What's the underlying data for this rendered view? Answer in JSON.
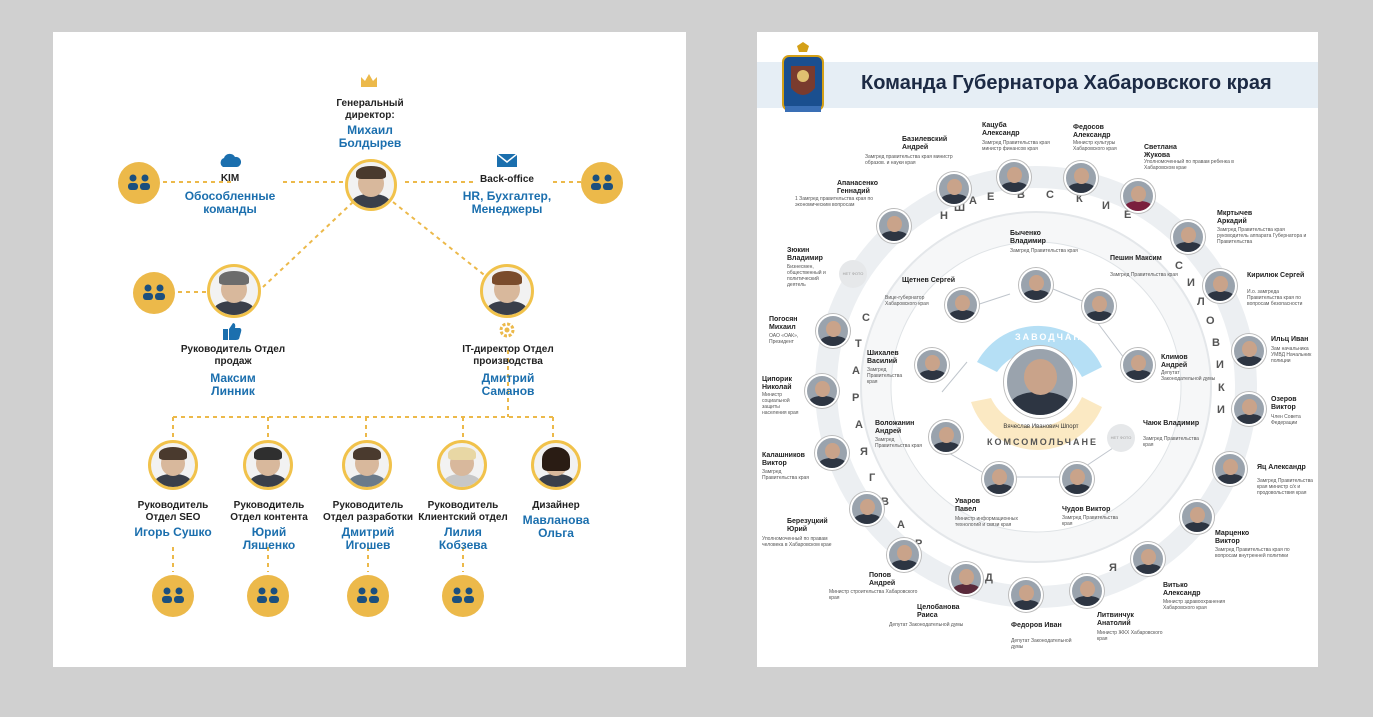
{
  "left_chart": {
    "ceo": {
      "role": "Генеральный директор:",
      "name": "Михаил Болдырев"
    },
    "kim": {
      "label": "KIM",
      "name": "Обособленные команды"
    },
    "backoffice": {
      "label": "Back-office",
      "name": "HR, Бухгалтер, Менеджеры"
    },
    "sales": {
      "role": "Руководитель Отдел продаж",
      "name": "Максим Линник"
    },
    "it": {
      "role": "IT-директор Отдел производства",
      "name": "Дмитрий Саманов"
    },
    "staff": [
      {
        "role": "Руководитель Отдел SEO",
        "name": "Игорь Сушко"
      },
      {
        "role": "Руководитель Отдел контента",
        "name": "Юрий Ляшенко"
      },
      {
        "role": "Руководитель Отдел разработки",
        "name": "Дмитрий Игошев"
      },
      {
        "role": "Руководитель Клиентский отдел",
        "name": "Лилия Кобзева"
      },
      {
        "role": "Дизайнер",
        "name": "Мавланова Ольга"
      }
    ],
    "colors": {
      "accent": "#ecb94a",
      "name": "#1b6fae"
    }
  },
  "right_chart": {
    "title": "Команда Губернатора Хабаровского края",
    "center": {
      "name": "Вячеслав Иванович Шпорт"
    },
    "ring_inner_top": "ЗАВОДЧАНЕ",
    "ring_inner_bottom": "КОМСОМОЛЬЧАНЕ",
    "no_photo": "НЕТ ФОТО",
    "outer_arc_top": [
      "Н",
      "Ш",
      "А",
      "Е",
      "В",
      "С",
      "К",
      "И",
      "Е"
    ],
    "outer_arc_right": [
      "С",
      "И",
      "Л",
      "О",
      "В",
      "И",
      "К",
      "И"
    ],
    "outer_arc_left": [
      "С",
      "Т",
      "А",
      "Р",
      "А",
      "Я",
      "Г",
      "В",
      "А",
      "Р",
      "Д",
      "И",
      "Я"
    ],
    "people": [
      {
        "name": "Кацуба Александр",
        "role": "Замгред Правительства края министр финансов края"
      },
      {
        "name": "Базилевский Андрей",
        "role": "Замгред правительства края министр образов. и науки края"
      },
      {
        "name": "Федосов Александр",
        "role": "Министр культуры Хабаровского края"
      },
      {
        "name": "Светлана Жукова",
        "role": "Уполномоченный по правам ребенка в Хабаровском крае"
      },
      {
        "name": "Апанасенко Геннадий",
        "role": "1 Замгред правительства края по экономическим вопросам"
      },
      {
        "name": "Мкртычев Аркадий",
        "role": "Замгред Правительства края руководитель аппарата Губернатора и Правительства"
      },
      {
        "name": "Зюкин Владимир",
        "role": "Бизнесмен, общественный и политический деятель"
      },
      {
        "name": "Быченко Владимир",
        "role": "Замгред Правительства края"
      },
      {
        "name": "Кирилюк Сергей",
        "role": "И.о. замгреда Правительства края по вопросам безопасности"
      },
      {
        "name": "Щетнев Сергей",
        "role": "Вице-губернатор Хабаровского края"
      },
      {
        "name": "Пешин Максим",
        "role": "Замгред Правительства края"
      },
      {
        "name": "Погосян Михаил",
        "role": "ОАО «ОАК», Президент"
      },
      {
        "name": "Ильц Иван",
        "role": "Зам начальника УМВД Начальник полиции"
      },
      {
        "name": "Шихалев Василий",
        "role": "Замгред Правительства края"
      },
      {
        "name": "Климов Андрей",
        "role": "Депутат Законодательной думы"
      },
      {
        "name": "Ципорик Николай",
        "role": "Министр социальной защиты населения края"
      },
      {
        "name": "Озеров Виктор",
        "role": "Член Совета Федерации"
      },
      {
        "name": "Воложанин Андрей",
        "role": "Замгред Правительства края"
      },
      {
        "name": "Чаюк Владимир",
        "role": "Замгред Правительства края"
      },
      {
        "name": "Калашников Виктор",
        "role": "Замгред Правительства края"
      },
      {
        "name": "Яц Александр",
        "role": "Замгред Правительства края министр с/х и продовольствия края"
      },
      {
        "name": "Уваров Павел",
        "role": "Министр информационных технологий и связи края"
      },
      {
        "name": "Чудов Виктор",
        "role": "Замгред Правительства края"
      },
      {
        "name": "Березуцкий Юрий",
        "role": "Уполномоченный по правам человека в Хабаровском крае"
      },
      {
        "name": "Марценко Виктор",
        "role": "Замгред Правительства края по вопросам внутренней политики"
      },
      {
        "name": "Попов Андрей",
        "role": "Министр строительства Хабаровского края"
      },
      {
        "name": "Витько Александр",
        "role": "Министр здравоохранения Хабаровского края"
      },
      {
        "name": "Целобанова Раиса",
        "role": "Депутат Законодательной думы"
      },
      {
        "name": "Федоров Иван",
        "role": "Депутат Законодательной думы"
      },
      {
        "name": "Литвинчук Анатолий",
        "role": "Министр ЖКХ Хабаровского края"
      }
    ]
  }
}
